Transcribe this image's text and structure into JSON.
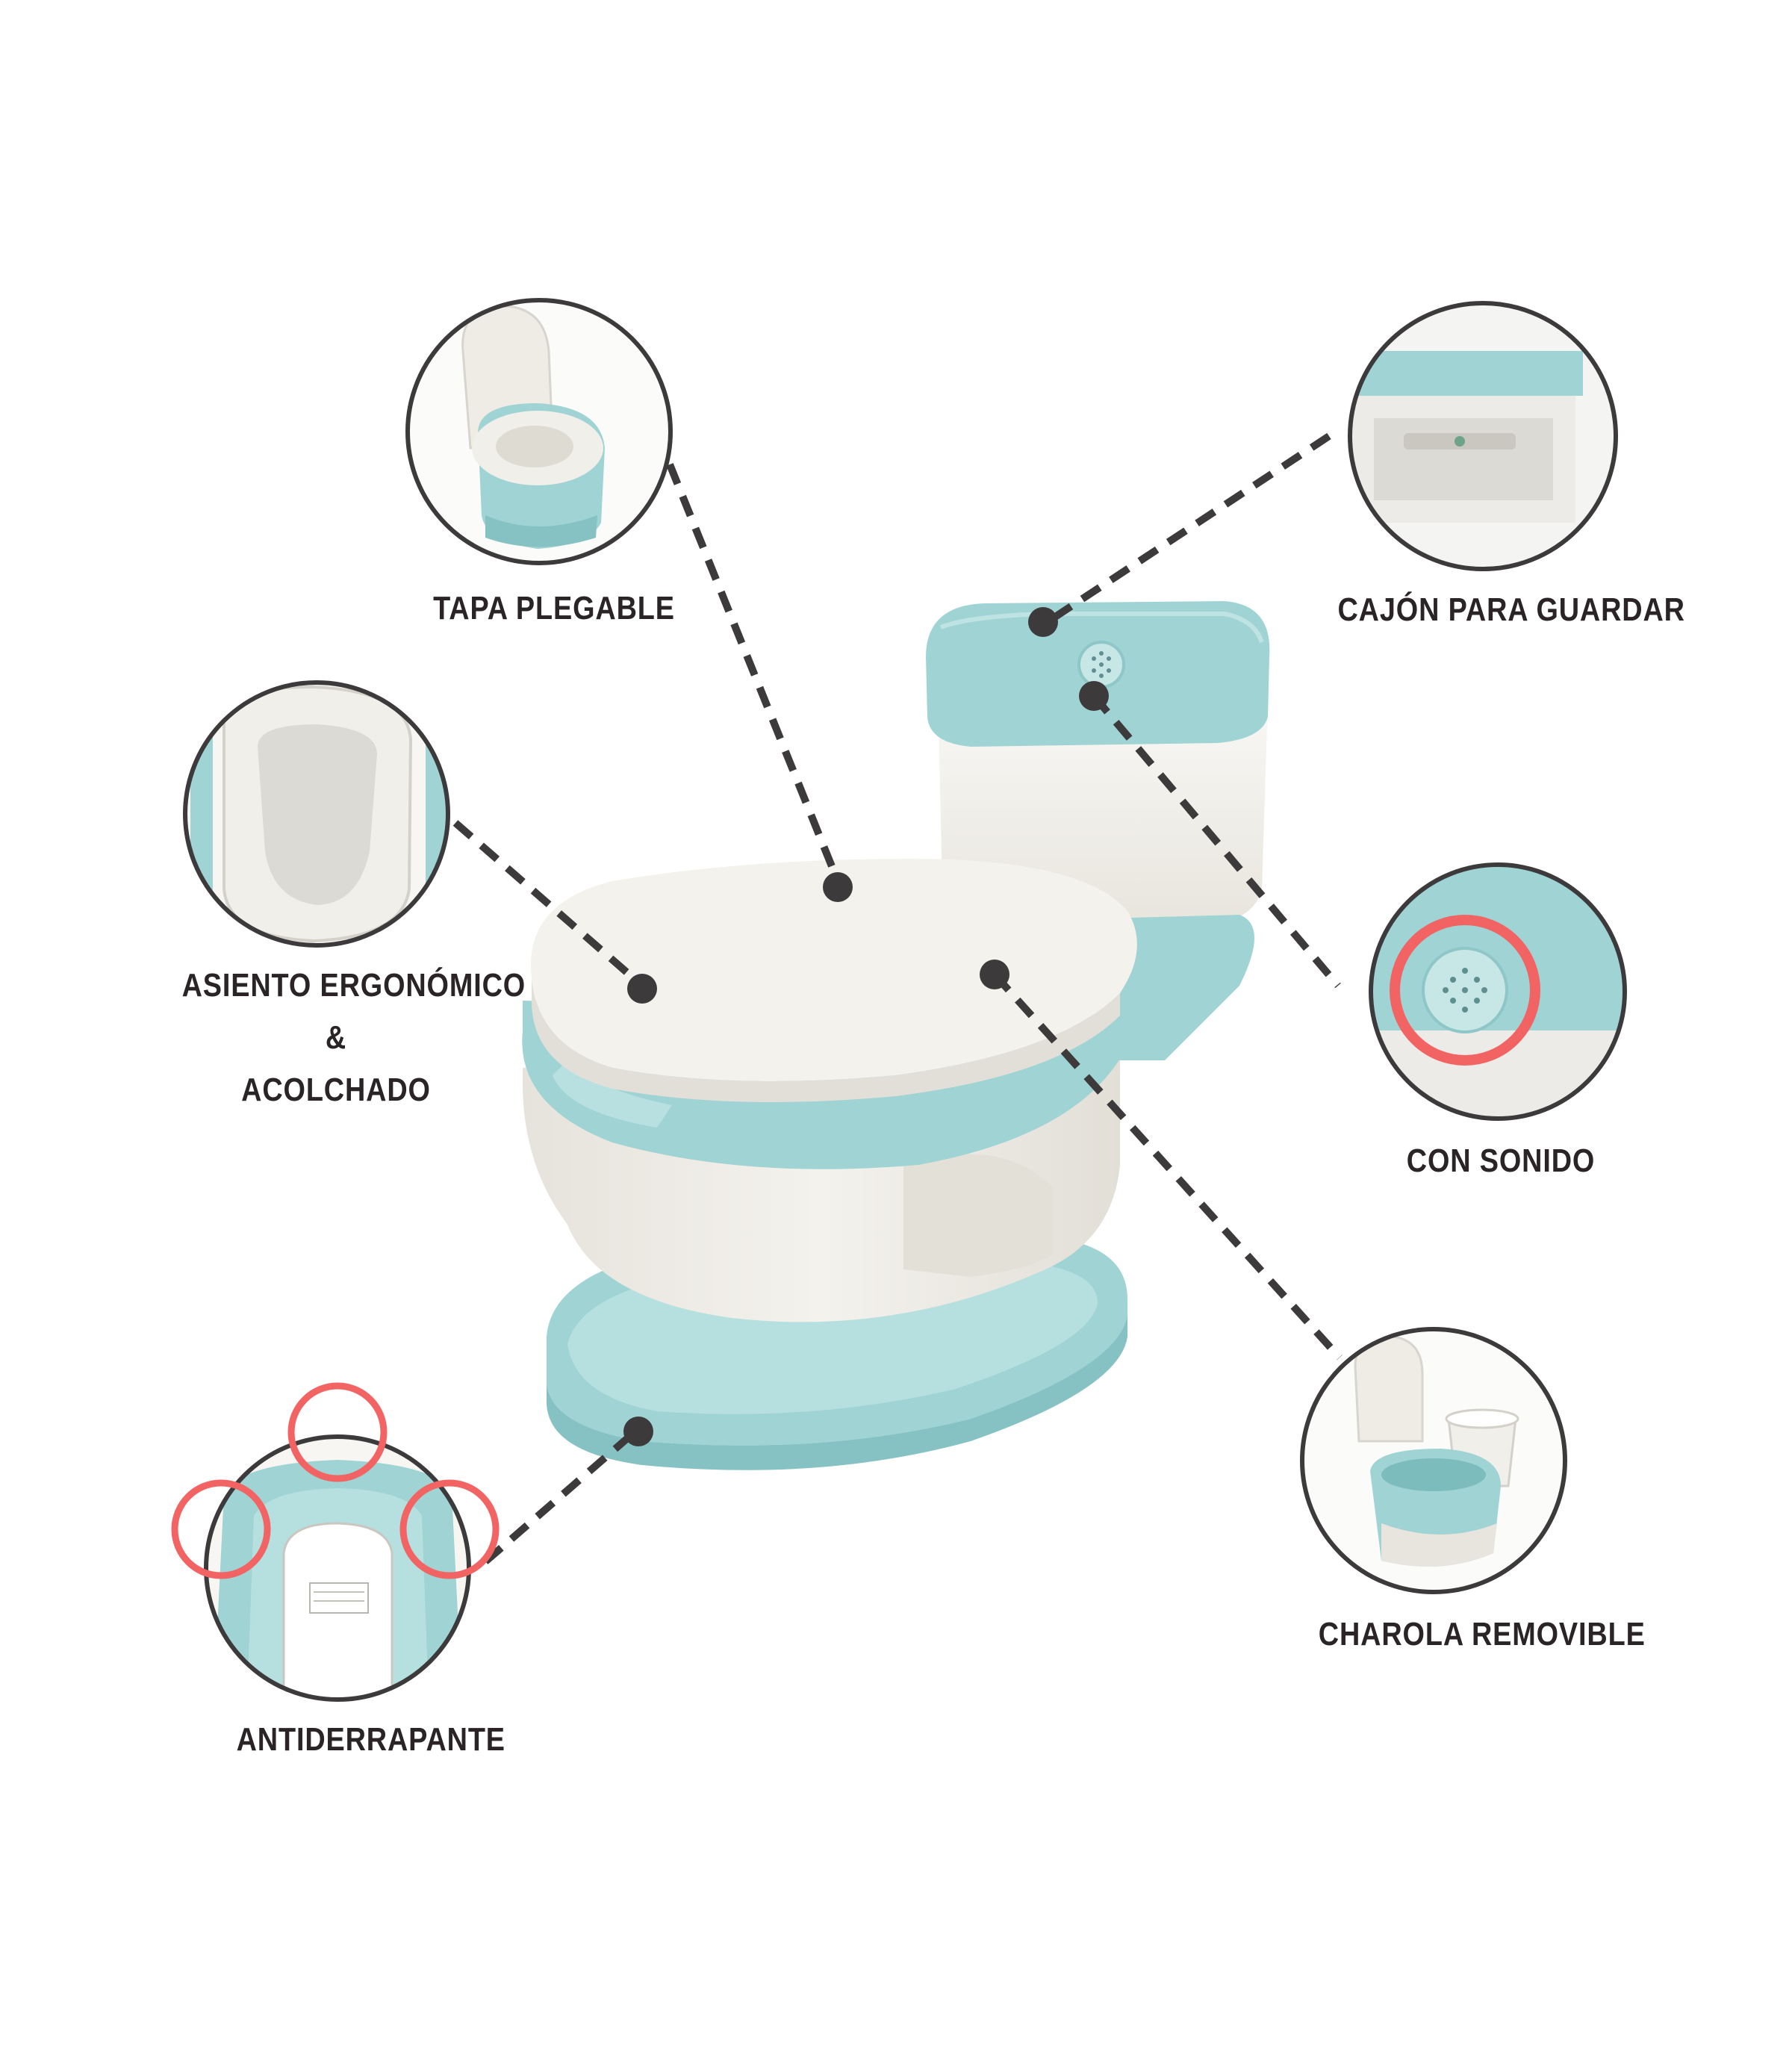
{
  "colors": {
    "accent": "#9fd3d4",
    "accent_dark": "#7cbcbd",
    "cream": "#f1efea",
    "line": "#3d3a3c",
    "highlight": "#f26363",
    "text": "#2a2426"
  },
  "features": [
    {
      "id": "tapa",
      "label": "TAPA PLEGABLE"
    },
    {
      "id": "cajon",
      "label": "CAJÓN PARA GUARDAR"
    },
    {
      "id": "asiento",
      "label_lines": [
        "ASIENTO ERGONÓMICO",
        "&",
        "ACOLCHADO"
      ]
    },
    {
      "id": "sonido",
      "label": "CON SONIDO"
    },
    {
      "id": "charola",
      "label": "CHAROLA REMOVIBLE"
    },
    {
      "id": "antiderrapante",
      "label": "ANTIDERRAPANTE"
    }
  ],
  "product": {
    "name": "potty-toilet",
    "icon": "speaker-grille-icon"
  }
}
